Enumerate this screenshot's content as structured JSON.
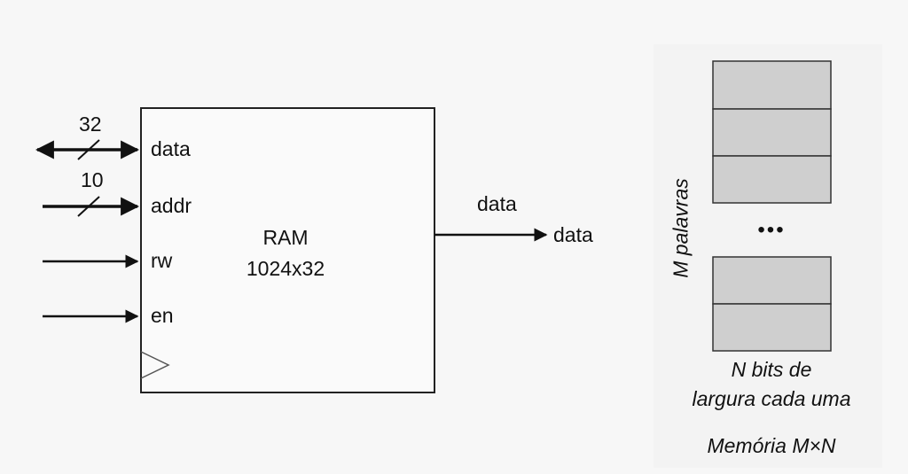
{
  "ram": {
    "name": "RAM",
    "size": "1024x32"
  },
  "ports": {
    "data_in": "data",
    "addr": "addr",
    "rw": "rw",
    "en": "en",
    "data_out_wire": "data",
    "data_out": "data"
  },
  "bus_widths": {
    "data": "32",
    "addr": "10"
  },
  "memory": {
    "rows_label": "M palavras",
    "width_label_line1": "N bits de",
    "width_label_line2": "largura cada uma",
    "caption": "Memória M×N",
    "ellipsis": "•••",
    "cell_color": "#cfcfcf"
  }
}
